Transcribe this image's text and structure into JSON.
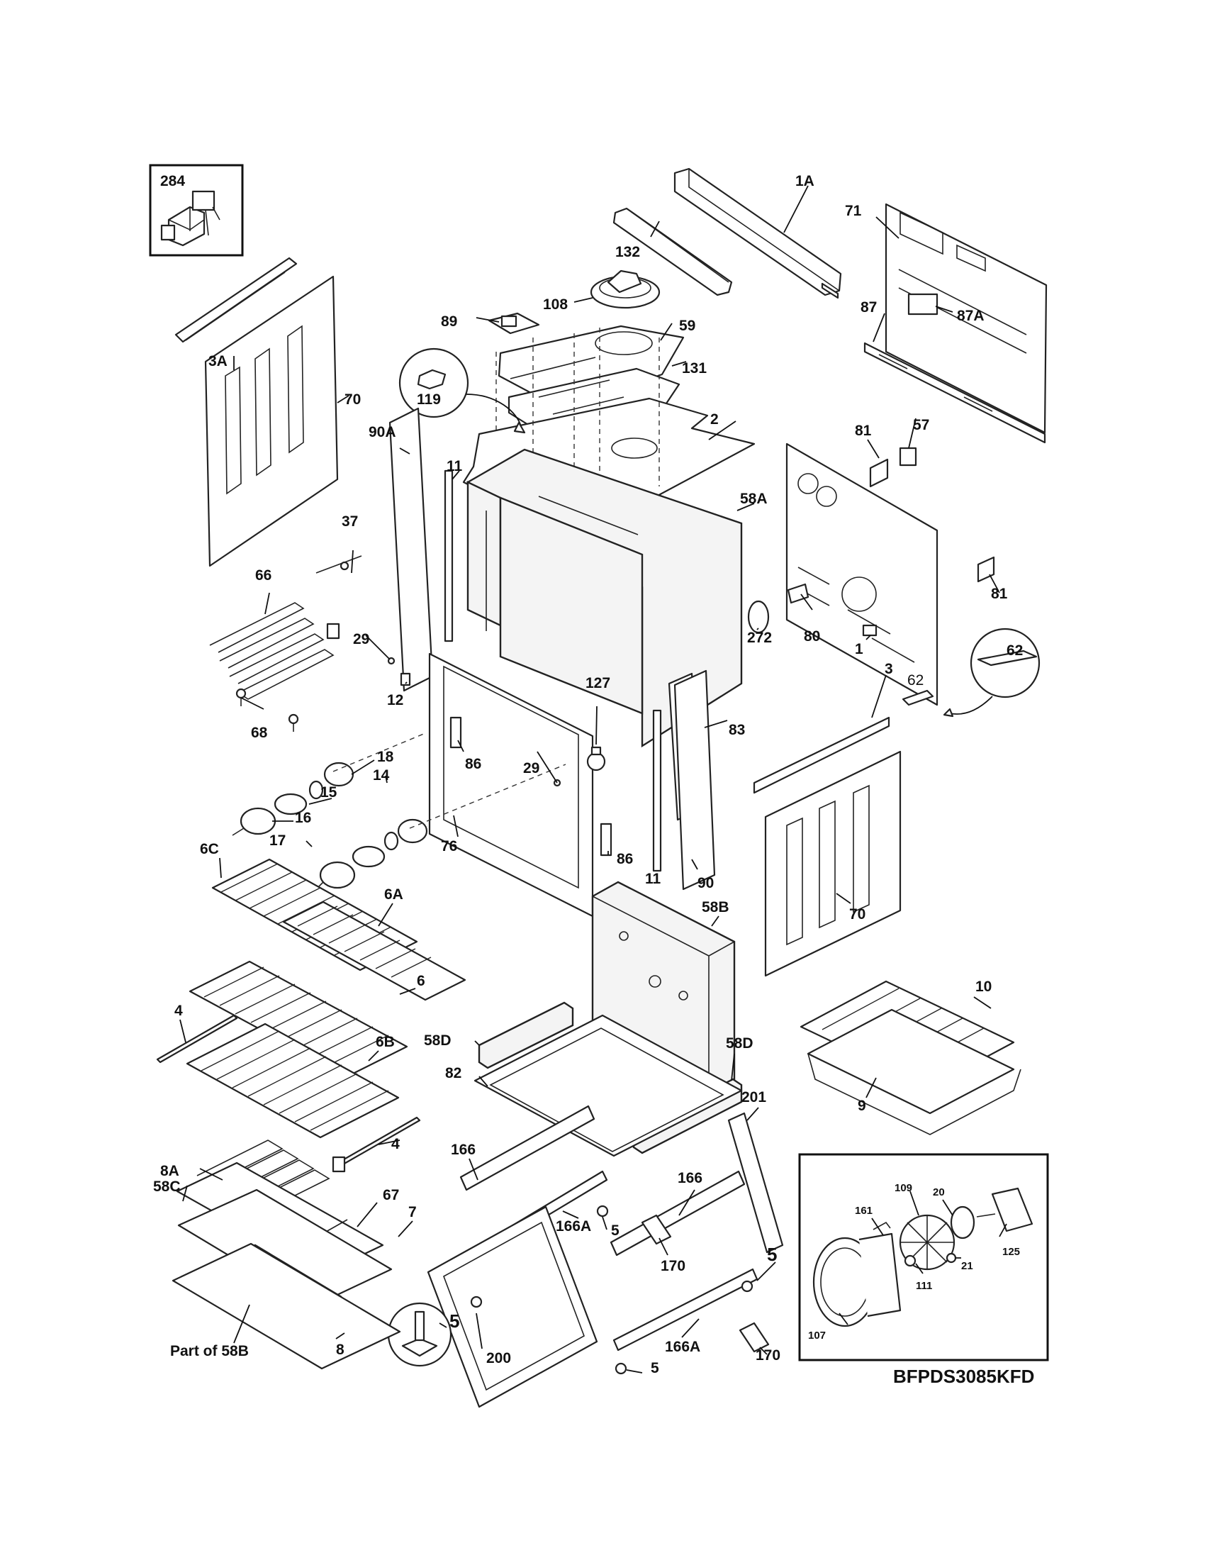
{
  "model_code": "BFPDS3085KFD",
  "part_of_label": "Part of 58B",
  "labels": {
    "p284": "284",
    "p1A": "1A",
    "p132": "132",
    "p71": "71",
    "p108": "108",
    "p89": "89",
    "p59": "59",
    "p87": "87",
    "p87A": "87A",
    "p131": "131",
    "p3A": "3A",
    "p119": "119",
    "p70a": "70",
    "p90A": "90A",
    "p2": "2",
    "p81a": "81",
    "p57": "57",
    "p11a": "11",
    "p58A": "58A",
    "p37": "37",
    "p66": "66",
    "p81b": "81",
    "p29a": "29",
    "p272": "272",
    "p80": "80",
    "p1": "1",
    "p62a": "62",
    "p12": "12",
    "p127": "127",
    "p3": "3",
    "p62b": "62",
    "p68": "68",
    "p18": "18",
    "p83": "83",
    "p14": "14",
    "p86a": "86",
    "p15": "15",
    "p29b": "29",
    "p16": "16",
    "p76": "76",
    "p17": "17",
    "p86b": "86",
    "p11b": "11",
    "p90": "90",
    "p6C": "6C",
    "p6A": "6A",
    "p58B": "58B",
    "p70b": "70",
    "p6": "6",
    "p10": "10",
    "p4a": "4",
    "p58Da": "58D",
    "p58Db": "58D",
    "p6B": "6B",
    "p82": "82",
    "p201": "201",
    "p9": "9",
    "p4b": "4",
    "p166a": "166",
    "p8A": "8A",
    "p166b": "166",
    "p58C": "58C",
    "p67": "67",
    "p5a": "5",
    "p7": "7",
    "p166Aa": "166A",
    "p170a": "170",
    "p5b": "5",
    "p5c": "5",
    "p200": "200",
    "p166Ab": "166A",
    "p8": "8",
    "p5d": "5",
    "p170b": "170",
    "p20": "20",
    "p109": "109",
    "p161": "161",
    "p21": "21",
    "p125": "125",
    "p111": "111",
    "p107": "107"
  }
}
